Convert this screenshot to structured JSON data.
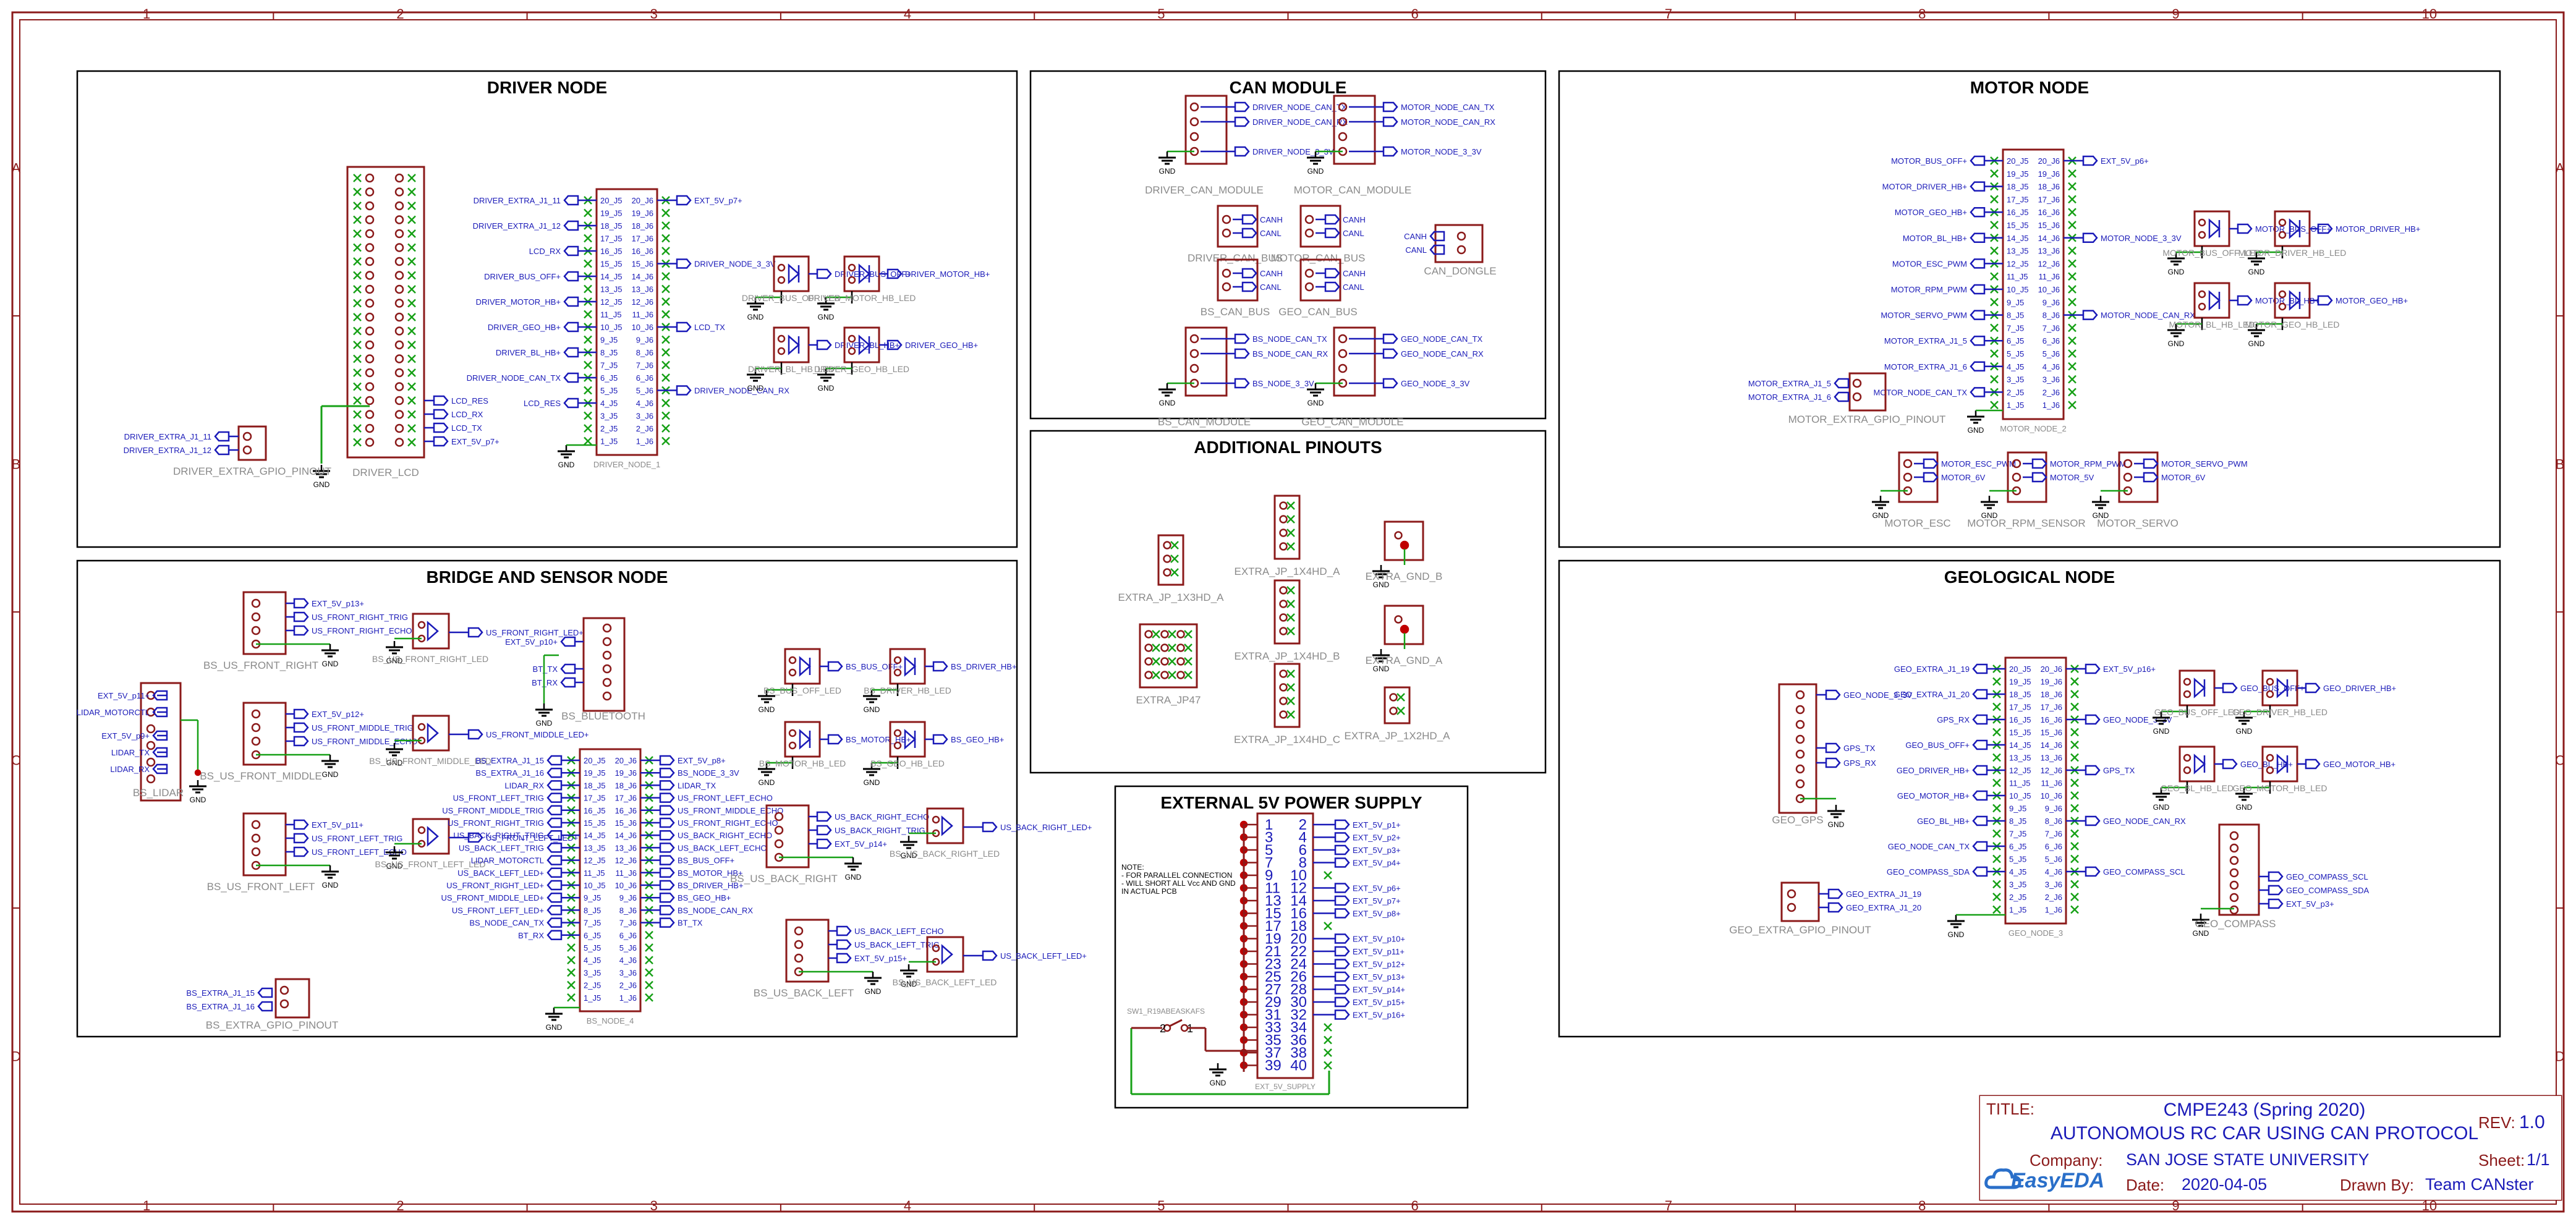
{
  "frame": {
    "columns": [
      "1",
      "2",
      "3",
      "4",
      "5",
      "6",
      "7",
      "8",
      "9",
      "10"
    ],
    "rows": [
      "A",
      "B",
      "C",
      "D"
    ]
  },
  "colors": {
    "frame": "#8b1a1a",
    "wire": "#16a016",
    "label": "#1a1ab8",
    "ref": "#8a8a8a",
    "body": "#8b1a1a",
    "noconnect": "#16a016"
  },
  "sections": [
    {
      "id": "driver",
      "title": "DRIVER NODE"
    },
    {
      "id": "can",
      "title": "CAN MODULE"
    },
    {
      "id": "motor",
      "title": "MOTOR NODE"
    },
    {
      "id": "bridge",
      "title": "BRIDGE AND SENSOR NODE"
    },
    {
      "id": "additional",
      "title": "ADDITIONAL PINOUTS"
    },
    {
      "id": "power",
      "title": "EXTERNAL 5V POWER SUPPLY"
    },
    {
      "id": "geo",
      "title": "GEOLOGICAL NODE"
    }
  ],
  "driver": {
    "extra_gpio": {
      "ref": "DRIVER_EXTRA_GPIO_PINOUT",
      "nets": [
        "DRIVER_EXTRA_J1_11",
        "DRIVER_EXTRA_J1_12"
      ]
    },
    "lcd": {
      "ref": "DRIVER_LCD",
      "nets": [
        "LCD_RES",
        "LCD_RX",
        "LCD_TX",
        "EXT_5V_p7+"
      ]
    },
    "node": {
      "ref": "DRIVER_NODE_1",
      "left_nets": [
        "DRIVER_EXTRA_J1_11",
        "DRIVER_EXTRA_J1_12",
        "LCD_RX",
        "DRIVER_BUS_OFF+",
        "DRIVER_MOTOR_HB+",
        "DRIVER_GEO_HB+",
        "DRIVER_BL_HB+",
        "DRIVER_NODE_CAN_TX",
        "LCD_RES"
      ],
      "right_nets": [
        "EXT_5V_p7+",
        "DRIVER_NODE_3_3V",
        "LCD_TX",
        "DRIVER_NODE_CAN_RX"
      ],
      "pins": [
        "20_J5",
        "19_J5",
        "18_J5",
        "17_J5",
        "16_J5",
        "15_J5",
        "14_J5",
        "13_J5",
        "12_J5",
        "11_J5",
        "10_J5",
        "9_J5",
        "8_J5",
        "7_J5",
        "6_J5",
        "5_J5",
        "4_J5",
        "3_J5",
        "2_J5",
        "1_J5"
      ],
      "pins_r": [
        "20_J6",
        "19_J6",
        "18_J6",
        "17_J6",
        "16_J6",
        "15_J6",
        "14_J6",
        "13_J6",
        "12_J6",
        "11_J6",
        "10_J6",
        "9_J6",
        "8_J6",
        "7_J6",
        "6_J6",
        "5_J6",
        "4_J6",
        "3_J6",
        "2_J6",
        "1_J6"
      ]
    },
    "leds": [
      {
        "ref": "DRIVER_BUS_OFF_LED",
        "net": "DRIVER_BUS_OFF+"
      },
      {
        "ref": "DRIVER_MOTOR_HB_LED",
        "net": "DRIVER_MOTOR_HB+"
      },
      {
        "ref": "DRIVER_BL_HB_LED",
        "net": "DRIVER_BL_HB+"
      },
      {
        "ref": "DRIVER_GEO_HB_LED",
        "net": "DRIVER_GEO_HB+"
      }
    ],
    "gnd": "GND"
  },
  "can": {
    "modules": [
      {
        "ref": "DRIVER_CAN_MODULE",
        "nets": [
          "DRIVER_NODE_CAN_TX",
          "DRIVER_NODE_CAN_RX",
          "DRIVER_NODE_3_3V"
        ]
      },
      {
        "ref": "MOTOR_CAN_MODULE",
        "nets": [
          "MOTOR_NODE_CAN_TX",
          "MOTOR_NODE_CAN_RX",
          "MOTOR_NODE_3_3V"
        ]
      },
      {
        "ref": "BS_CAN_MODULE",
        "nets": [
          "BS_NODE_CAN_TX",
          "BS_NODE_CAN_RX",
          "BS_NODE_3_3V"
        ]
      },
      {
        "ref": "GEO_CAN_MODULE",
        "nets": [
          "GEO_NODE_CAN_TX",
          "GEO_NODE_CAN_RX",
          "GEO_NODE_3_3V"
        ]
      }
    ],
    "buses": [
      {
        "ref": "DRIVER_CAN_BUS",
        "nets": [
          "CANH",
          "CANL"
        ]
      },
      {
        "ref": "MOTOR_CAN_BUS",
        "nets": [
          "CANH",
          "CANL"
        ]
      },
      {
        "ref": "BS_CAN_BUS",
        "nets": [
          "CANH",
          "CANL"
        ]
      },
      {
        "ref": "GEO_CAN_BUS",
        "nets": [
          "CANH",
          "CANL"
        ]
      },
      {
        "ref": "CAN_DONGLE",
        "nets": [
          "CANH",
          "CANL"
        ]
      }
    ]
  },
  "motor": {
    "node": {
      "ref": "MOTOR_NODE_2",
      "left_nets": [
        "MOTOR_BUS_OFF+",
        "MOTOR_DRIVER_HB+",
        "MOTOR_GEO_HB+",
        "MOTOR_BL_HB+",
        "MOTOR_ESC_PWM",
        "MOTOR_RPM_PWM",
        "MOTOR_SERVO_PWM",
        "MOTOR_EXTRA_J1_5",
        "MOTOR_EXTRA_J1_6",
        "MOTOR_NODE_CAN_TX"
      ],
      "right_nets": [
        "EXT_5V_p6+",
        "MOTOR_NODE_3_3V",
        "MOTOR_NODE_CAN_RX"
      ],
      "pins": [
        "20_J5",
        "19_J5",
        "18_J5",
        "17_J5",
        "16_J5",
        "15_J5",
        "14_J5",
        "13_J5",
        "12_J5",
        "11_J5",
        "10_J5",
        "9_J5",
        "8_J5",
        "7_J5",
        "6_J5",
        "5_J5",
        "4_J5",
        "3_J5",
        "2_J5",
        "1_J5"
      ],
      "pins_r": [
        "20_J6",
        "19_J6",
        "18_J6",
        "17_J6",
        "16_J6",
        "15_J6",
        "14_J6",
        "13_J6",
        "12_J6",
        "11_J6",
        "10_J6",
        "9_J6",
        "8_J6",
        "7_J6",
        "6_J6",
        "5_J6",
        "4_J6",
        "3_J6",
        "2_J6",
        "1_J6"
      ]
    },
    "leds": [
      {
        "ref": "MOTOR_BUS_OFF_LED",
        "net": "MOTOR_BUS_OFF+"
      },
      {
        "ref": "MOTOR_DRIVER_HB_LED",
        "net": "MOTOR_DRIVER_HB+"
      },
      {
        "ref": "MOTOR_BL_HB_LED",
        "net": "MOTOR_BL_HB+"
      },
      {
        "ref": "MOTOR_GEO_HB_LED",
        "net": "MOTOR_GEO_HB+"
      }
    ],
    "extra_gpio": {
      "ref": "MOTOR_EXTRA_GPIO_PINOUT",
      "nets": [
        "MOTOR_EXTRA_J1_5",
        "MOTOR_EXTRA_J1_6"
      ]
    },
    "esc": {
      "ref": "MOTOR_ESC",
      "nets": [
        "MOTOR_ESC_PWM",
        "MOTOR_6V"
      ]
    },
    "rpm": {
      "ref": "MOTOR_RPM_SENSOR",
      "nets": [
        "MOTOR_RPM_PWM",
        "MOTOR_5V"
      ]
    },
    "servo": {
      "ref": "MOTOR_SERVO",
      "nets": [
        "MOTOR_SERVO_PWM",
        "MOTOR_6V"
      ]
    }
  },
  "bridge": {
    "lidar": {
      "ref": "BS_LIDAR",
      "nets": [
        "EXT_5V_p11+",
        "LIDAR_MOTORCTL",
        "EXT_5V_p9+",
        "LIDAR_TX",
        "LIDAR_RX"
      ]
    },
    "us_front_right": {
      "ref": "BS_US_FRONT_RIGHT",
      "nets": [
        "EXT_5V_p13+",
        "US_FRONT_RIGHT_TRIG",
        "US_FRONT_RIGHT_ECHO"
      ]
    },
    "us_front_middle": {
      "ref": "BS_US_FRONT_MIDDLE",
      "nets": [
        "EXT_5V_p12+",
        "US_FRONT_MIDDLE_TRIG",
        "US_FRONT_MIDDLE_ECHO"
      ]
    },
    "us_front_left": {
      "ref": "BS_US_FRONT_LEFT",
      "nets": [
        "EXT_5V_p11+",
        "US_FRONT_LEFT_TRIG",
        "US_FRONT_LEFT_ECHO"
      ]
    },
    "fr_led": {
      "ref": "BS_US_FRONT_RIGHT_LED",
      "net": "US_FRONT_RIGHT_LED+"
    },
    "fm_led": {
      "ref": "BS_US_FRONT_MIDDLE_LED",
      "net": "US_FRONT_MIDDLE_LED+"
    },
    "fl_led": {
      "ref": "BS_US_FRONT_LEFT_LED",
      "net": "US_FRONT_LEFT_LED+"
    },
    "bluetooth": {
      "ref": "BS_BLUETOOTH",
      "nets": [
        "EXT_5V_p10+",
        "BT_TX",
        "BT_RX"
      ]
    },
    "node": {
      "ref": "BS_NODE_4",
      "left_nets": [
        "BS_EXTRA_J1_15",
        "BS_EXTRA_J1_16",
        "LIDAR_RX",
        "US_FRONT_LEFT_TRIG",
        "US_FRONT_MIDDLE_TRIG",
        "US_FRONT_RIGHT_TRIG",
        "US_BACK_RIGHT_TRIG",
        "US_BACK_LEFT_TRIG",
        "LIDAR_MOTORCTL",
        "US_BACK_LEFT_LED+",
        "US_FRONT_RIGHT_LED+",
        "US_FRONT_MIDDLE_LED+",
        "US_FRONT_LEFT_LED+",
        "BS_NODE_CAN_TX",
        "BT_RX"
      ],
      "right_nets": [
        "EXT_5V_p8+",
        "BS_NODE_3_3V",
        "LIDAR_TX",
        "US_FRONT_LEFT_ECHO",
        "US_FRONT_MIDDLE_ECHO",
        "US_FRONT_RIGHT_ECHO",
        "US_BACK_RIGHT_ECHO",
        "US_BACK_LEFT_ECHO",
        "BS_BUS_OFF+",
        "BS_MOTOR_HB+",
        "BS_DRIVER_HB+",
        "BS_GEO_HB+",
        "BS_NODE_CAN_RX",
        "BT_TX"
      ],
      "pins": [
        "20_J5",
        "19_J5",
        "18_J5",
        "17_J5",
        "16_J5",
        "15_J5",
        "14_J5",
        "13_J5",
        "12_J5",
        "11_J5",
        "10_J5",
        "9_J5",
        "8_J5",
        "7_J5",
        "6_J5",
        "5_J5",
        "4_J5",
        "3_J5",
        "2_J5",
        "1_J5"
      ],
      "pins_r": [
        "20_J6",
        "19_J6",
        "18_J6",
        "17_J6",
        "16_J6",
        "15_J6",
        "14_J6",
        "13_J6",
        "12_J6",
        "11_J6",
        "10_J6",
        "9_J6",
        "8_J6",
        "7_J6",
        "6_J6",
        "5_J6",
        "4_J6",
        "3_J6",
        "2_J6",
        "1_J6"
      ]
    },
    "leds": [
      {
        "ref": "BS_BUS_OFF_LED",
        "net": "BS_BUS_OFF+"
      },
      {
        "ref": "BS_DRIVER_HB_LED",
        "net": "BS_DRIVER_HB+"
      },
      {
        "ref": "BS_MOTOR_HB_LED",
        "net": "BS_MOTOR_HB+"
      },
      {
        "ref": "BS_GEO_HB_LED",
        "net": "BS_GEO_HB+"
      }
    ],
    "us_back_right": {
      "ref": "BS_US_BACK_RIGHT",
      "nets": [
        "US_BACK_RIGHT_ECHO",
        "US_BACK_RIGHT_TRIG",
        "EXT_5V_p14+"
      ]
    },
    "us_back_left": {
      "ref": "BS_US_BACK_LEFT",
      "nets": [
        "US_BACK_LEFT_ECHO",
        "US_BACK_LEFT_TRIG",
        "EXT_5V_p15+"
      ]
    },
    "br_led": {
      "ref": "BS_US_BACK_RIGHT_LED",
      "net": "US_BACK_RIGHT_LED+"
    },
    "bl_led": {
      "ref": "BS_US_BACK_LEFT_LED",
      "net": "US_BACK_LEFT_LED+"
    },
    "extra_gpio": {
      "ref": "BS_EXTRA_GPIO_PINOUT",
      "nets": [
        "BS_EXTRA_J1_15",
        "BS_EXTRA_J1_16"
      ]
    }
  },
  "additional": {
    "parts": [
      "EXTRA_JP_1X3HD_A",
      "EXTRA_JP_1X4HD_A",
      "EXTRA_GND_B",
      "EXTRA_JP47",
      "EXTRA_JP_1X4HD_B",
      "EXTRA_GND_A",
      "EXTRA_JP_1X4HD_C",
      "EXTRA_JP_1X2HD_A"
    ]
  },
  "power": {
    "note": [
      "NOTE:",
      "- FOR PARALLEL CONNECTION",
      "- WILL SHORT ALL Vcc AND GND",
      "  IN ACTUAL PCB"
    ],
    "switch_ref": "SW1_R19ABEASKAFS",
    "supply_ref": "EXT_5V_SUPPLY",
    "pins_left": [
      "1",
      "3",
      "5",
      "7",
      "9",
      "11",
      "13",
      "15",
      "17",
      "19",
      "21",
      "23",
      "25",
      "27",
      "29",
      "31",
      "33",
      "35",
      "37",
      "39"
    ],
    "pins_right": [
      "2",
      "4",
      "6",
      "8",
      "10",
      "12",
      "14",
      "16",
      "18",
      "20",
      "22",
      "24",
      "26",
      "28",
      "30",
      "32",
      "34",
      "36",
      "38",
      "40"
    ],
    "nets_right": [
      "EXT_5V_p1+",
      "EXT_5V_p2+",
      "EXT_5V_p3+",
      "EXT_5V_p4+",
      "",
      "EXT_5V_p6+",
      "EXT_5V_p7+",
      "EXT_5V_p8+",
      "",
      "EXT_5V_p10+",
      "EXT_5V_p11+",
      "EXT_5V_p12+",
      "EXT_5V_p13+",
      "EXT_5V_p14+",
      "EXT_5V_p15+",
      "EXT_5V_p16+",
      "",
      "",
      "",
      ""
    ],
    "switch_pins": [
      "2",
      "1"
    ]
  },
  "geo": {
    "gps": {
      "ref": "GEO_GPS",
      "nets": [
        "GEO_NODE_3_3V",
        "GPS_TX",
        "GPS_RX"
      ]
    },
    "node": {
      "ref": "GEO_NODE_3",
      "left_nets": [
        "GEO_EXTRA_J1_19",
        "GEO_EXTRA_J1_20",
        "GPS_RX",
        "GEO_BUS_OFF+",
        "GEO_DRIVER_HB+",
        "GEO_MOTOR_HB+",
        "GEO_BL_HB+",
        "GEO_NODE_CAN_TX",
        "GEO_COMPASS_SDA"
      ],
      "right_nets": [
        "EXT_5V_p16+",
        "GEO_NODE_3_3V",
        "GPS_TX",
        "GEO_NODE_CAN_RX",
        "GEO_COMPASS_SCL"
      ],
      "pins": [
        "20_J5",
        "19_J5",
        "18_J5",
        "17_J5",
        "16_J5",
        "15_J5",
        "14_J5",
        "13_J5",
        "12_J5",
        "11_J5",
        "10_J5",
        "9_J5",
        "8_J5",
        "7_J5",
        "6_J5",
        "5_J5",
        "4_J5",
        "3_J5",
        "2_J5",
        "1_J5"
      ],
      "pins_r": [
        "20_J6",
        "19_J6",
        "18_J6",
        "17_J6",
        "16_J6",
        "15_J6",
        "14_J6",
        "13_J6",
        "12_J6",
        "11_J6",
        "10_J6",
        "9_J6",
        "8_J6",
        "7_J6",
        "6_J6",
        "5_J6",
        "4_J6",
        "3_J6",
        "2_J6",
        "1_J6"
      ]
    },
    "leds": [
      {
        "ref": "GEO_BUS_OFF_LED",
        "net": "GEO_BUS_OFF+"
      },
      {
        "ref": "GEO_DRIVER_HB_LED",
        "net": "GEO_DRIVER_HB+"
      },
      {
        "ref": "GEO_BL_HB_LED",
        "net": "GEO_BL_HB+"
      },
      {
        "ref": "GEO_MOTOR_HB_LED",
        "net": "GEO_MOTOR_HB+"
      }
    ],
    "extra_gpio": {
      "ref": "GEO_EXTRA_GPIO_PINOUT",
      "nets": [
        "GEO_EXTRA_J1_19",
        "GEO_EXTRA_J1_20"
      ]
    },
    "compass": {
      "ref": "GEO_COMPASS",
      "nets": [
        "GEO_COMPASS_SCL",
        "GEO_COMPASS_SDA",
        "EXT_5V_p3+"
      ]
    }
  },
  "title_block": {
    "title_label": "TITLE:",
    "title_line1": "CMPE243 (Spring 2020)",
    "title_line2": "AUTONOMOUS RC CAR USING CAN PROTOCOL",
    "rev_label": "REV:",
    "rev": "1.0",
    "company_label": "Company:",
    "company": "SAN JOSE STATE UNIVERSITY",
    "sheet_label": "Sheet:",
    "sheet": "1/1",
    "logo": "EasyEDA",
    "date_label": "Date:",
    "date": "2020-04-05",
    "drawn_label": "Drawn By:",
    "drawn": "Team CANster"
  }
}
